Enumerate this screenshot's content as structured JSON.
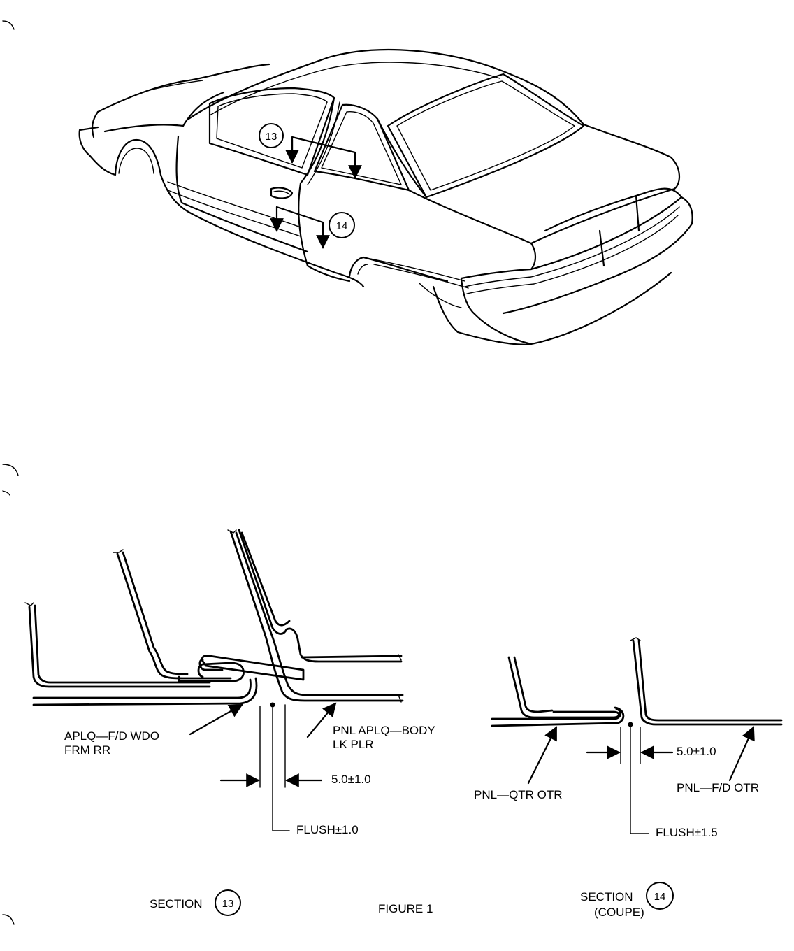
{
  "car_callouts": {
    "c13": "13",
    "c14": "14"
  },
  "section13": {
    "label_aplq_line1": "APLQ—F/D WDO",
    "label_aplq_line2": "FRM RR",
    "label_pnl_line1": "PNL APLQ—BODY",
    "label_pnl_line2": "LK PLR",
    "gap_dim": "5.0±1.0",
    "flush_dim": "FLUSH±1.0",
    "caption": "SECTION",
    "number": "13"
  },
  "section14": {
    "label_qtr": "PNL—QTR OTR",
    "label_fd": "PNL—F/D OTR",
    "gap_dim": "5.0±1.0",
    "flush_dim": "FLUSH±1.5",
    "caption": "SECTION",
    "caption_sub": "(COUPE)",
    "number": "14"
  },
  "figure_caption": "FIGURE 1"
}
